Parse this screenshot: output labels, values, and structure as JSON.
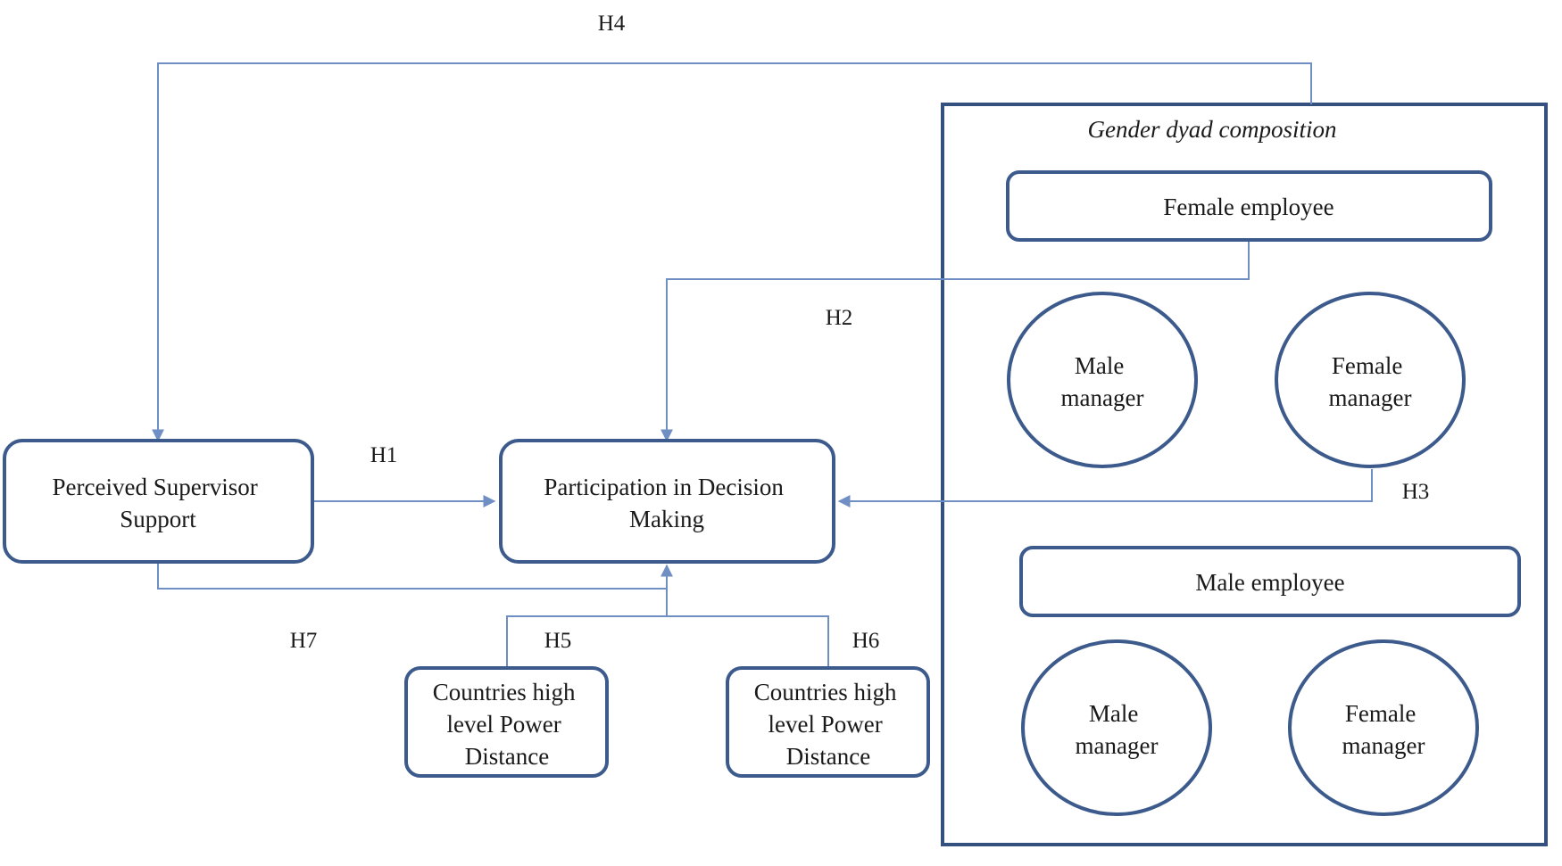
{
  "hypotheses": {
    "h1": "H1",
    "h2": "H2",
    "h3": "H3",
    "h4": "H4",
    "h5": "H5",
    "h6": "H6",
    "h7": "H7"
  },
  "nodes": {
    "perceived_supervisor_support": [
      "Perceived Supervisor",
      "Support"
    ],
    "participation_decision_making": [
      "Participation in Decision",
      "Making"
    ],
    "power_distance_left": [
      "Countries high",
      "level Power",
      "Distance"
    ],
    "power_distance_right": [
      "Countries high",
      "level Power",
      "Distance"
    ]
  },
  "gender_dyad": {
    "title": "Gender dyad composition",
    "female_employee": "Female employee",
    "male_employee": "Male employee",
    "female_group_managers": [
      [
        "Male",
        "manager"
      ],
      [
        "Female",
        "manager"
      ]
    ],
    "male_group_managers": [
      [
        "Male",
        "manager"
      ],
      [
        "Female",
        "manager"
      ]
    ]
  },
  "colors": {
    "box_stroke": "#3c5a8c",
    "connector": "#6f8fc4",
    "text": "#1a1a1a"
  }
}
